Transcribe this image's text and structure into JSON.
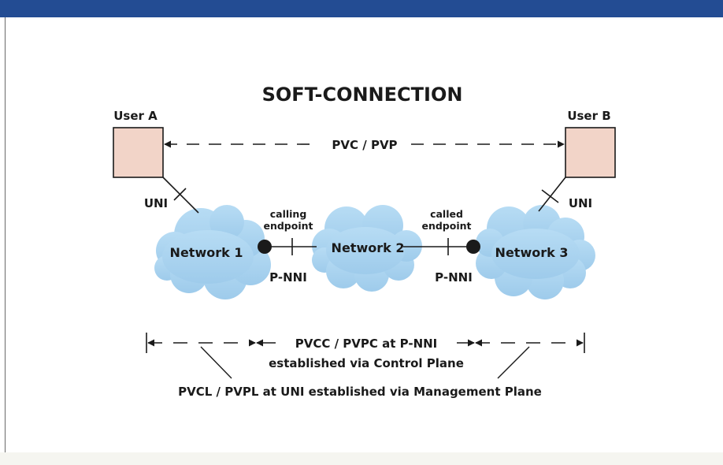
{
  "title": "SOFT-CONNECTION",
  "users": {
    "a": "User A",
    "b": "User B"
  },
  "connection": "PVC / PVP",
  "uni_left": "UNI",
  "uni_right": "UNI",
  "networks": [
    "Network 1",
    "Network 2",
    "Network 3"
  ],
  "calling_endpoint": [
    "calling",
    "endpoint"
  ],
  "called_endpoint": [
    "called",
    "endpoint"
  ],
  "pnni_left": "P-NNI",
  "pnni_right": "P-NNI",
  "pvcc_caption": [
    "PVCC / PVPC at P-NNI",
    "established via Control Plane"
  ],
  "pvcl_caption": "PVCL / PVPL at UNI established via Management Plane",
  "colors": {
    "topbar": "#234c93",
    "user_box": "#f2d4c8",
    "cloud": "#a9d3ef",
    "line": "#1a1a1a"
  }
}
